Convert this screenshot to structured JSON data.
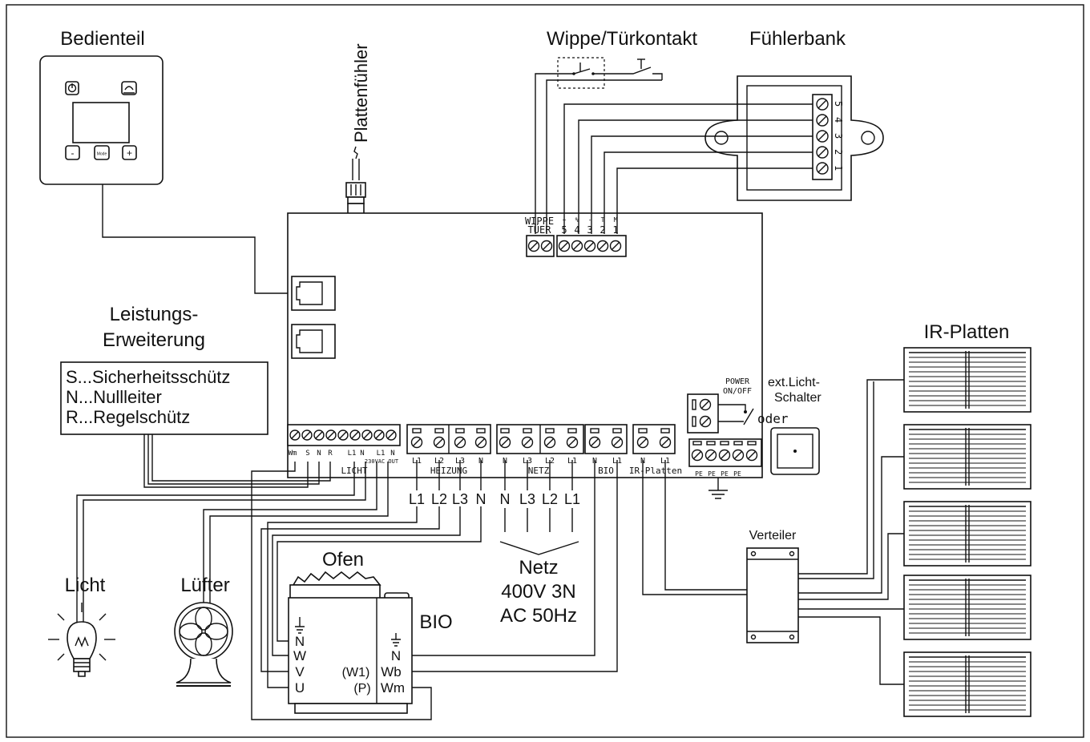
{
  "labels": {
    "bedienteil": "Bedienteil",
    "plattenfuehler": "Plattenfühler",
    "wippe_tuer": "Wippe/Türkontakt",
    "fuehlerbank": "Fühlerbank",
    "leistung1": "Leistungs-",
    "leistung2": "Erweiterung",
    "ir_platten": "IR-Platten",
    "power": "POWER",
    "onoff": "ON/OFF",
    "extlicht1": "ext.Licht-",
    "extlicht2": "Schalter",
    "oder": "oder",
    "verteiler": "Verteiler",
    "licht": "Licht",
    "luefter": "Lüfter",
    "ofen": "Ofen",
    "bio": "BIO",
    "netz1": "Netz",
    "netz2": "400V 3N",
    "netz3": "AC 50Hz",
    "mode": "Mode"
  },
  "legend": [
    "S...Sicherheitsschütz",
    "N...Nullleiter",
    "R...Regelschütz"
  ],
  "terminals": {
    "top_header1": "WIPPE",
    "top_header2": "TÜER",
    "top_symbols": [
      "+",
      "%",
      "-",
      "T",
      "M"
    ],
    "top_numbers": [
      "5",
      "4",
      "3",
      "2",
      "1"
    ],
    "fuehler_numbers": [
      "5",
      "4",
      "3",
      "2",
      "1"
    ],
    "licht_block": [
      "Wm",
      "S",
      "N",
      "R",
      "L1",
      "N",
      "L1",
      "N"
    ],
    "licht_sub": "230VAC OUT",
    "heizung_block": [
      "L1",
      "L2",
      "L3",
      "N"
    ],
    "netz_block": [
      "N",
      "L3",
      "L2",
      "L1"
    ],
    "bio_block": [
      "N",
      "L1"
    ],
    "ir_block": [
      "N",
      "L1"
    ],
    "pe_block": [
      "PE",
      "PE",
      "PE",
      "PE"
    ]
  },
  "groups": {
    "licht": "LICHT",
    "heizung": "HEIZUNG",
    "netz": "NETZ",
    "bio": "BIO",
    "ir": "IR-Platten"
  },
  "wires": {
    "heizung": [
      "L1",
      "L2",
      "L3",
      "N"
    ],
    "netz": [
      "N",
      "L3",
      "L2",
      "L1"
    ]
  },
  "ofen_terminals": [
    "N",
    "W",
    "V",
    "U"
  ],
  "bio_terminals": [
    "N",
    "Wb",
    "Wm"
  ],
  "bio_sub": [
    "(W1)",
    "(P)"
  ],
  "buttons": {
    "minus": "-",
    "plus": "+"
  }
}
